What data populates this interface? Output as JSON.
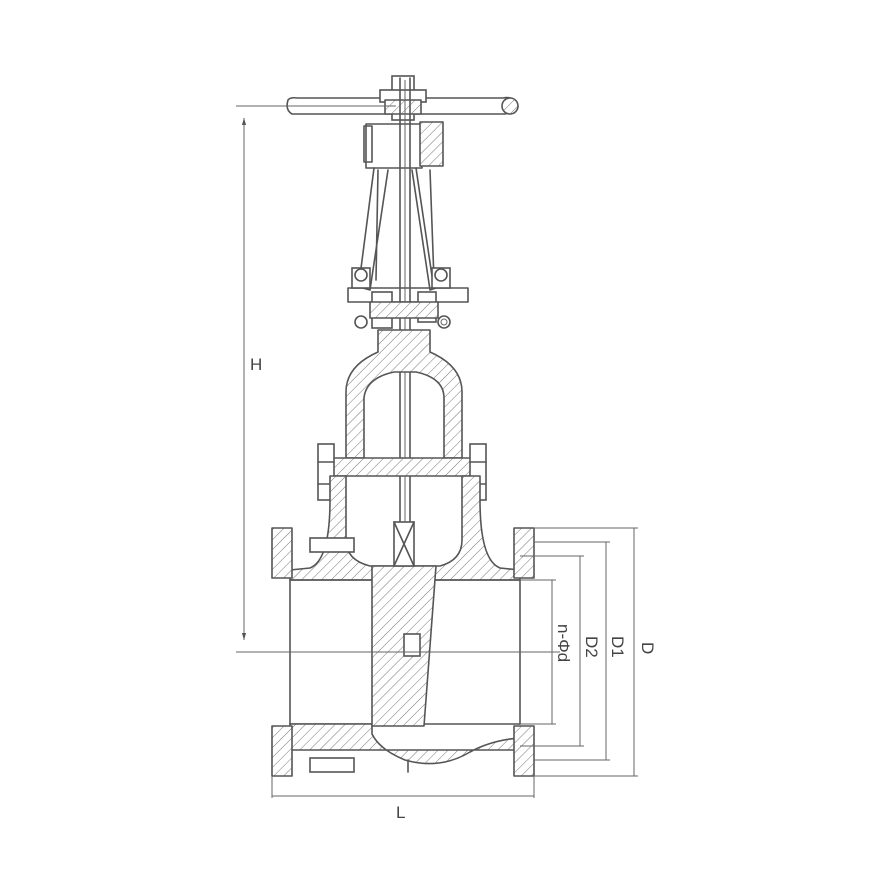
{
  "dimensions": {
    "height_label": "H",
    "length_label": "L",
    "flange_od_label": "D",
    "bolt_circle_label": "D1",
    "raised_face_label": "D2",
    "bolt_holes_label": "n-Φd"
  }
}
